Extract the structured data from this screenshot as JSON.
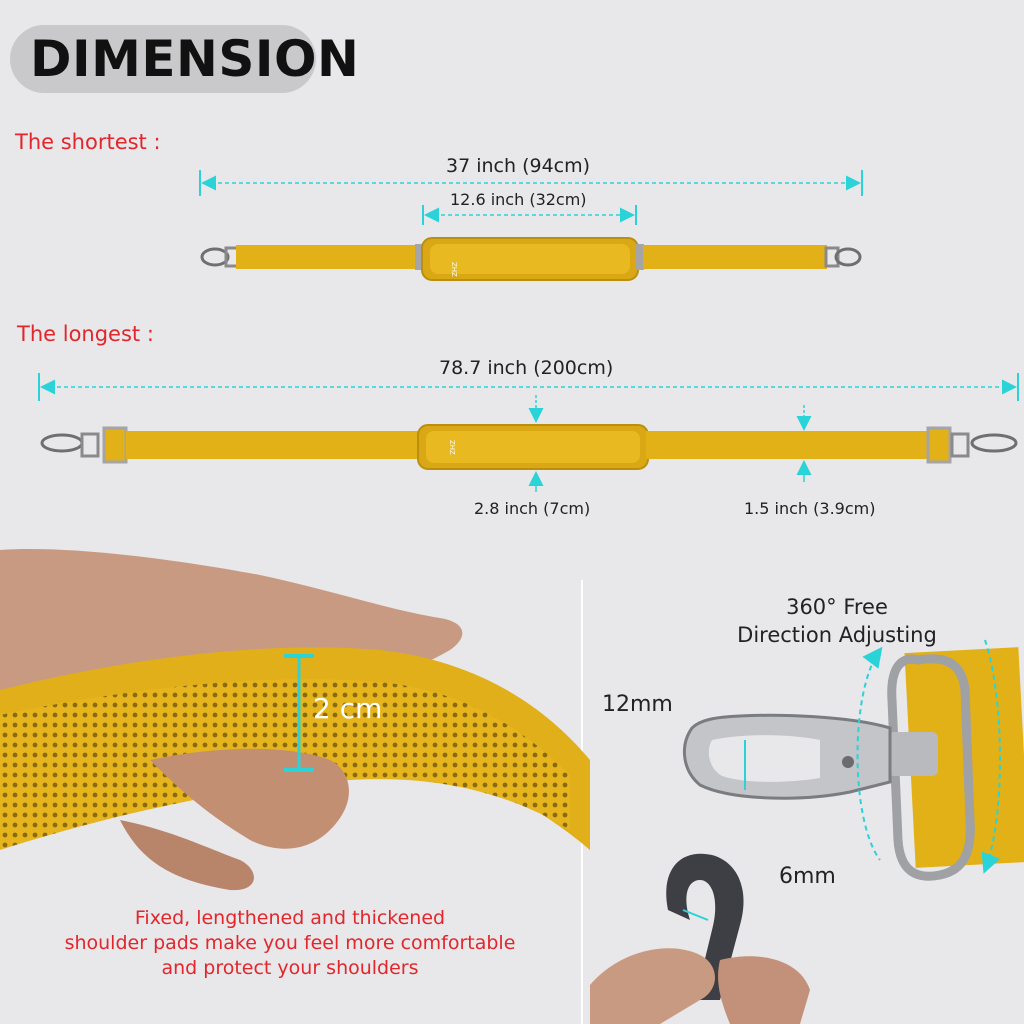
{
  "title": "DIMENSION",
  "shortest": {
    "label": "The shortest :",
    "total": "37 inch (94cm)",
    "pad": "12.6 inch (32cm)"
  },
  "longest": {
    "label": "The longest :",
    "total": "78.7 inch (200cm)",
    "pad_width": "2.8 inch (7cm)",
    "strap_width": "1.5 inch (3.9cm)"
  },
  "thickness": "2 cm",
  "caption": {
    "line1": "Fixed, lengthened and thickened",
    "line2": "shoulder pads make you feel more comfortable",
    "line3": "and protect your shoulders"
  },
  "hook": {
    "rotation_line1": "360° Free",
    "rotation_line2": "Direction Adjusting",
    "size_large": "12mm",
    "size_small": "6mm"
  },
  "colors": {
    "strap": "#e3b21c",
    "arrow": "#2ad3d8",
    "caption": "#e2262c",
    "background": "#e8e7e9"
  }
}
